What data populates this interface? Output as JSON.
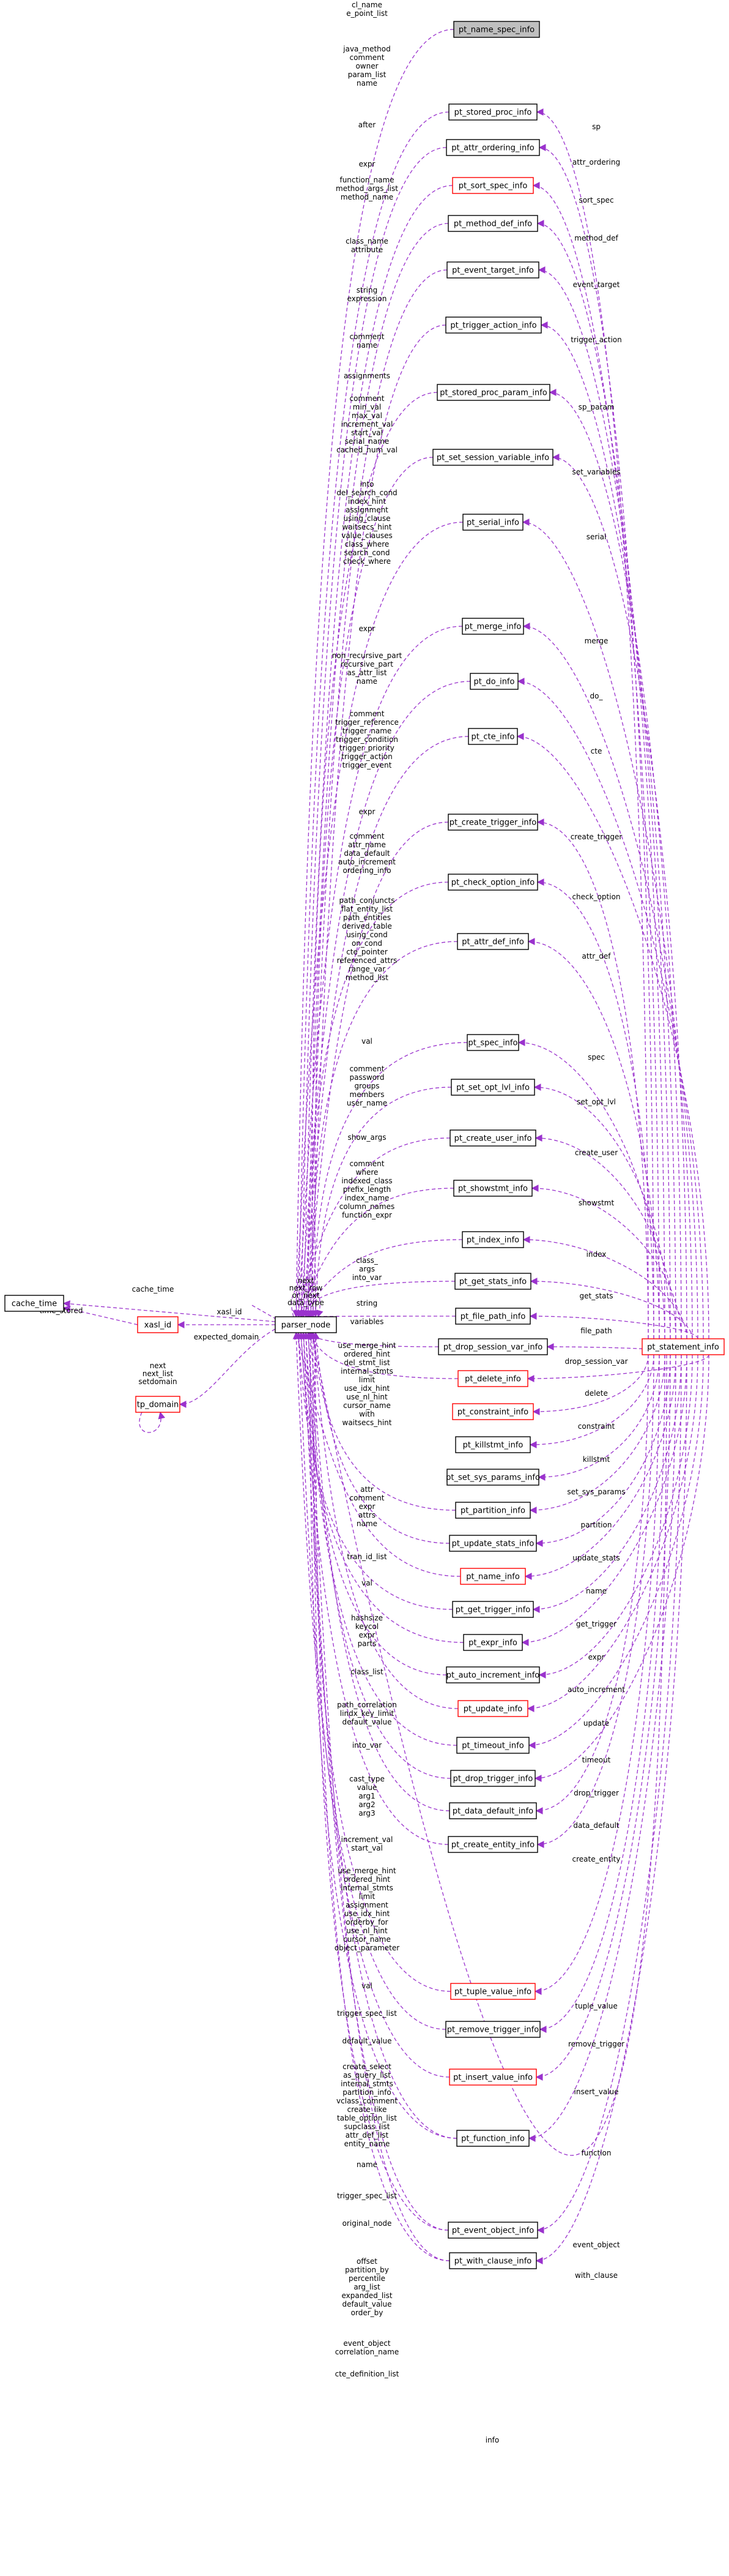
{
  "nodes": {
    "pt_name_spec_info": "pt_name_spec_info",
    "pt_stored_proc_info": "pt_stored_proc_info",
    "pt_attr_ordering_info": "pt_attr_ordering_info",
    "pt_sort_spec_info": "pt_sort_spec_info",
    "pt_method_def_info": "pt_method_def_info",
    "pt_event_target_info": "pt_event_target_info",
    "pt_trigger_action_info": "pt_trigger_action_info",
    "pt_stored_proc_param_info": "pt_stored_proc_param_info",
    "pt_set_session_variable_info": "pt_set_session_variable_info",
    "pt_serial_info": "pt_serial_info",
    "pt_merge_info": "pt_merge_info",
    "pt_do_info": "pt_do_info",
    "pt_cte_info": "pt_cte_info",
    "pt_create_trigger_info": "pt_create_trigger_info",
    "pt_check_option_info": "pt_check_option_info",
    "pt_attr_def_info": "pt_attr_def_info",
    "pt_spec_info": "pt_spec_info",
    "pt_set_opt_lvl_info": "pt_set_opt_lvl_info",
    "pt_create_user_info": "pt_create_user_info",
    "pt_showstmt_info": "pt_showstmt_info",
    "pt_index_info": "pt_index_info",
    "pt_get_stats_info": "pt_get_stats_info",
    "pt_file_path_info": "pt_file_path_info",
    "pt_drop_session_var_info": "pt_drop_session_var_info",
    "pt_delete_info": "pt_delete_info",
    "pt_constraint_info": "pt_constraint_info",
    "pt_killstmt_info": "pt_killstmt_info",
    "pt_set_sys_params_info": "pt_set_sys_params_info",
    "pt_partition_info": "pt_partition_info",
    "pt_update_stats_info": "pt_update_stats_info",
    "pt_name_info": "pt_name_info",
    "pt_get_trigger_info": "pt_get_trigger_info",
    "pt_expr_info": "pt_expr_info",
    "pt_auto_increment_info": "pt_auto_increment_info",
    "pt_update_info": "pt_update_info",
    "pt_timeout_info": "pt_timeout_info",
    "pt_drop_trigger_info": "pt_drop_trigger_info",
    "pt_data_default_info": "pt_data_default_info",
    "pt_create_entity_info": "pt_create_entity_info",
    "pt_tuple_value_info": "pt_tuple_value_info",
    "pt_remove_trigger_info": "pt_remove_trigger_info",
    "pt_insert_value_info": "pt_insert_value_info",
    "pt_function_info": "pt_function_info",
    "pt_event_object_info": "pt_event_object_info",
    "pt_with_clause_info": "pt_with_clause_info",
    "pt_statement_info": "pt_statement_info",
    "parser_node": "parser_node",
    "cache_time": "cache_time",
    "xasl_id": "xasl_id",
    "tp_domain": "tp_domain"
  },
  "left_labels": [
    "cache_time",
    "time_stored",
    "xasl_id",
    "expected_domain",
    "next\nnext_list\nsetdomain"
  ],
  "member_groups": [
    {
      "id": "g_name_spec",
      "text": "cl_name\ne_point_list"
    },
    {
      "id": "g_stored_proc",
      "text": "java_method\ncomment\nowner\nparam_list\nname"
    },
    {
      "id": "g_attr_ordering",
      "text": "after"
    },
    {
      "id": "g_sort_spec",
      "text": "expr"
    },
    {
      "id": "g_method_def",
      "text": "function_name\nmethod_args_list\nmethod_name"
    },
    {
      "id": "g_event_target",
      "text": "class_name\nattribute"
    },
    {
      "id": "g_trigger_action",
      "text": "string\nexpression"
    },
    {
      "id": "g_stored_proc_param",
      "text": "comment\nname"
    },
    {
      "id": "g_set_session_var",
      "text": "assignments"
    },
    {
      "id": "g_serial",
      "text": "comment\nmin_val\nmax_val\nincrement_val\nstart_val\nserial_name\ncached_num_val"
    },
    {
      "id": "g_merge",
      "text": "into\ndel_search_cond\nindex_hint\nassignment\nusing_clause\nwaitsecs_hint\nvalue_clauses\nclass_where\nsearch_cond\ncheck_where"
    },
    {
      "id": "g_do",
      "text": "expr"
    },
    {
      "id": "g_cte",
      "text": "non_recursive_part\nrecursive_part\nas_attr_list\nname"
    },
    {
      "id": "g_create_trigger",
      "text": "comment\ntrigger_reference\ntrigger_name\ntrigger_condition\ntrigger_priority\ntrigger_action\ntrigger_event"
    },
    {
      "id": "g_check_option",
      "text": "expr"
    },
    {
      "id": "g_attr_def",
      "text": "comment\nattr_name\ndata_default\nauto_increment\nordering_info"
    },
    {
      "id": "g_spec",
      "text": "path_conjuncts\nflat_entity_list\npath_entities\nderived_table\nusing_cond\non_cond\ncte_pointer\nreferenced_attrs\nrange_var\nmethod_list"
    },
    {
      "id": "g_set_opt_lvl",
      "text": "val"
    },
    {
      "id": "g_create_user",
      "text": "comment\npassword\ngroups\nmembers\nuser_name"
    },
    {
      "id": "g_showstmt",
      "text": "show_args"
    },
    {
      "id": "g_index",
      "text": "comment\nwhere\nindexed_class\nprefix_length\nindex_name\ncolumn_names\nfunction_expr"
    },
    {
      "id": "g_get_stats",
      "text": "class_\nargs\ninto_var"
    },
    {
      "id": "g_file_path",
      "text": "string"
    },
    {
      "id": "g_drop_session_var",
      "text": "variables"
    },
    {
      "id": "g_delete",
      "text": "use_merge_hint\nordered_hint\ndel_stmt_list\ninternal_stmts\nlimit\nuse_idx_hint\nuse_nl_hint\ncursor_name\nwith\nwaitsecs_hint"
    },
    {
      "id": "g_partition",
      "text": "attr\ncomment\nexpr\nattrs\nname"
    },
    {
      "id": "g_update_stats",
      "text": "tran_id_list"
    },
    {
      "id": "g_name",
      "text": "val"
    },
    {
      "id": "g_get_trigger",
      "text": "hashsize\nkeycol\nexpr\nparts"
    },
    {
      "id": "g_expr",
      "text": "class_list"
    },
    {
      "id": "g_auto_increment",
      "text": "path_correlation\nlindx_key_limit\ndefault_value"
    },
    {
      "id": "g_timeout",
      "text": "into_var"
    },
    {
      "id": "g_drop_trigger",
      "text": "cast_type\nvalue\narg1\narg2\narg3"
    },
    {
      "id": "g_data_default",
      "text": "increment_val\nstart_val"
    },
    {
      "id": "g_update",
      "text": "use_merge_hint\nordered_hint\ninternal_stmts\nlimit\nassignment\nuse_idx_hint\norderby_for\nuse_nl_hint\ncursor_name\nobject_parameter"
    },
    {
      "id": "g_tuple_value",
      "text": "val"
    },
    {
      "id": "g_remove_trigger",
      "text": "trigger_spec_list"
    },
    {
      "id": "g_insert_value",
      "text": "default_value"
    },
    {
      "id": "g_create_entity",
      "text": "create_select\nas_query_list\ninternal_stmts\npartition_info\nvclass_comment\ncreate_like\ntable_option_list\nsupclass_list\nattr_def_list\nentity_name"
    },
    {
      "id": "g_function",
      "text": "name"
    },
    {
      "id": "g_event_object",
      "text": "trigger_spec_list"
    },
    {
      "id": "g_with_clause",
      "text": "original_node"
    },
    {
      "id": "g_function2",
      "text": "offset\npartition_by\npercentile\narg_list\nexpanded_list\ndefault_value\norder_by"
    },
    {
      "id": "g_event_object2",
      "text": "event_object\ncorrelation_name"
    },
    {
      "id": "g_with_clause2",
      "text": "cte_definition_list"
    },
    {
      "id": "g_parser_self",
      "text": "next\nnext_row\nor_next\ndata_type"
    }
  ],
  "right_labels": [
    "sp",
    "attr_ordering",
    "sort_spec",
    "method_def",
    "event_target",
    "trigger_action",
    "sp_param",
    "set_variables",
    "serial",
    "merge",
    "do_",
    "cte",
    "create_trigger",
    "check_option",
    "attr_def",
    "spec",
    "set_opt_lvl",
    "create_user",
    "showstmt",
    "index",
    "get_stats",
    "file_path",
    "drop_session_var",
    "delete",
    "constraint",
    "killstmt",
    "set_sys_params",
    "partition",
    "update_stats",
    "name",
    "get_trigger",
    "expr",
    "auto_increment",
    "update",
    "timeout",
    "drop_trigger",
    "data_default",
    "create_entity",
    "tuple_value",
    "remove_trigger",
    "insert_value",
    "function",
    "event_object",
    "with_clause",
    "info"
  ],
  "colors": {
    "edge": "#9a32cd",
    "node_border": "#000000",
    "node_border_highlight": "#ff0000",
    "root_fill": "#bfbfbf"
  }
}
